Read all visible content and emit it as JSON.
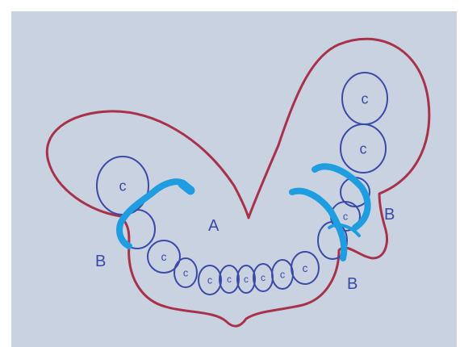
{
  "figure": {
    "background": "#c9d2e0",
    "outline_color": "#a8324a",
    "tooth_color": "#3a4aa8",
    "clasp_color": "#1e9ee0",
    "labels": {
      "a": "A",
      "b_left": "B",
      "b_right_lower": "B",
      "b_right_upper": "B"
    },
    "teeth": [
      {
        "id": "left-molar",
        "label": "c"
      },
      {
        "id": "left-premolar",
        "label": ""
      },
      {
        "id": "lower-1",
        "label": "c"
      },
      {
        "id": "lower-2",
        "label": "c"
      },
      {
        "id": "lower-3",
        "label": "c"
      },
      {
        "id": "lower-4",
        "label": "c"
      },
      {
        "id": "lower-5",
        "label": "c"
      },
      {
        "id": "lower-6",
        "label": "c"
      },
      {
        "id": "lower-7",
        "label": "c"
      },
      {
        "id": "lower-8",
        "label": "c"
      },
      {
        "id": "right-premolar-low",
        "label": ""
      },
      {
        "id": "right-premolar-mid",
        "label": "c"
      },
      {
        "id": "right-premolar-high",
        "label": ""
      },
      {
        "id": "right-molar-1",
        "label": "c"
      },
      {
        "id": "right-molar-2",
        "label": "c"
      }
    ]
  }
}
